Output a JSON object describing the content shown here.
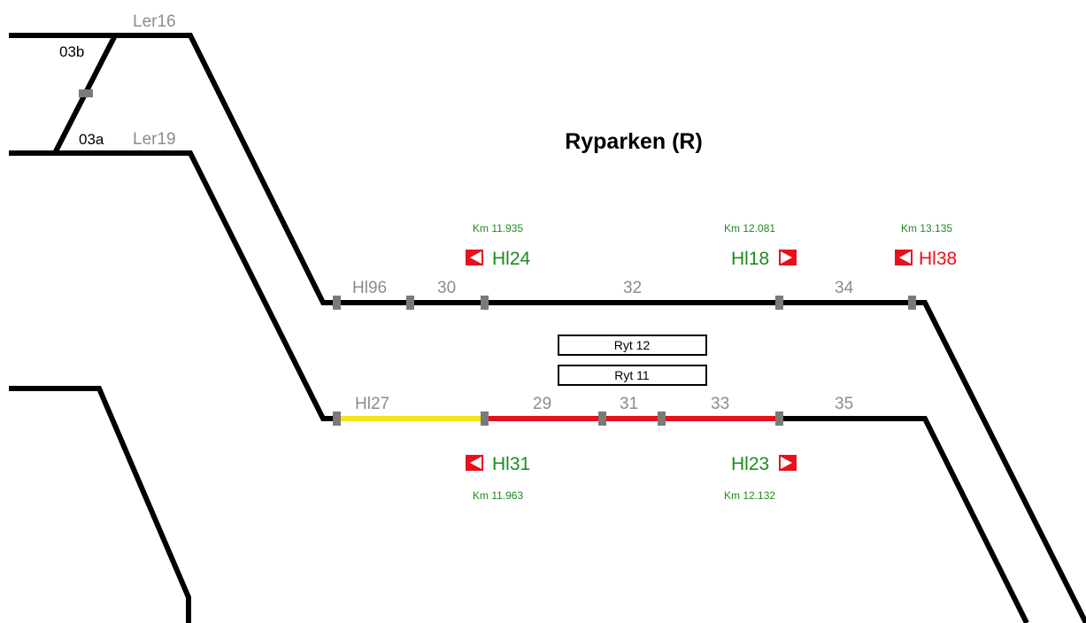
{
  "station": {
    "title": "Ryparken (R)"
  },
  "colors": {
    "track": "#000000",
    "occupied": "#e8101a",
    "route_set": "#f2e31a",
    "joint": "#7a7a7a",
    "label": "#8c8c8c",
    "signal_green": "#1e8a1e",
    "signal_red": "#e8101a"
  },
  "track_labels": {
    "ler16": "Ler16",
    "ler19": "Ler19",
    "switch_03b": "03b",
    "switch_03a": "03a",
    "upper": {
      "hl96": "Hl96",
      "s30": "30",
      "s32": "32",
      "s34": "34"
    },
    "lower": {
      "hl27": "Hl27",
      "s29": "29",
      "s31": "31",
      "s33": "33",
      "s35": "35"
    }
  },
  "signals": {
    "hl24": {
      "name": "Hl24",
      "km": "Km 11.935",
      "direction": "left",
      "state": "green",
      "icon": "signal-left-icon"
    },
    "hl18": {
      "name": "Hl18",
      "km": "Km 12.081",
      "direction": "right",
      "state": "green",
      "icon": "signal-right-icon"
    },
    "hl38": {
      "name": "Hl38",
      "km": "Km 13.135",
      "direction": "left",
      "state": "red",
      "icon": "signal-left-icon"
    },
    "hl31": {
      "name": "Hl31",
      "km": "Km 11.963",
      "direction": "left",
      "state": "green",
      "icon": "signal-left-icon"
    },
    "hl23": {
      "name": "Hl23",
      "km": "Km 12.132",
      "direction": "right",
      "state": "green",
      "icon": "signal-right-icon"
    }
  },
  "trains": {
    "ryt12": "Ryt 12",
    "ryt11": "Ryt 11"
  }
}
